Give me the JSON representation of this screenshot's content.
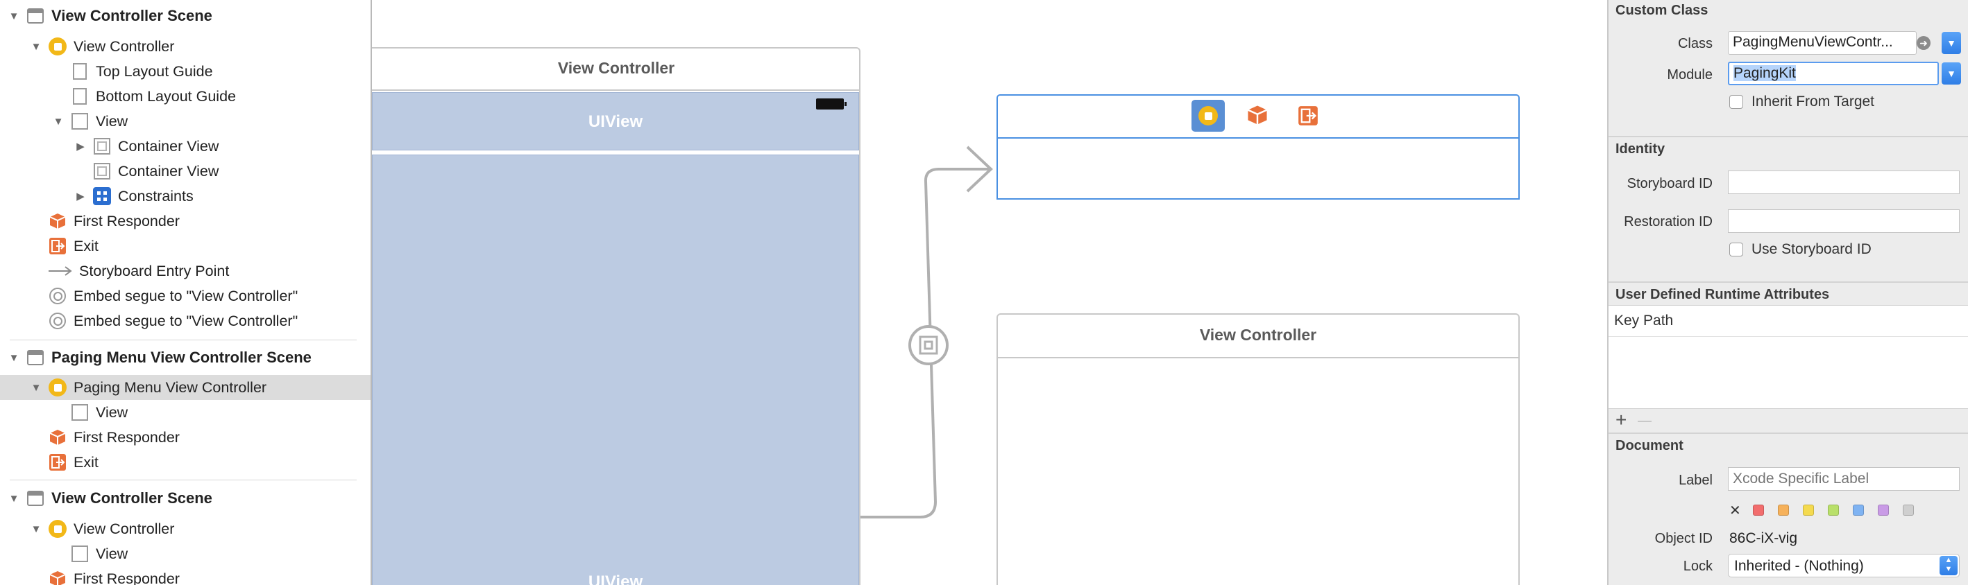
{
  "outline": {
    "items": [
      {
        "label": "View Controller Scene",
        "kind": "scene"
      },
      {
        "label": "View Controller",
        "kind": "vc"
      },
      {
        "label": "Top Layout Guide",
        "kind": "doc"
      },
      {
        "label": "Bottom Layout Guide",
        "kind": "doc"
      },
      {
        "label": "View",
        "kind": "view"
      },
      {
        "label": "Container View",
        "kind": "container"
      },
      {
        "label": "Container View",
        "kind": "container"
      },
      {
        "label": "Constraints",
        "kind": "constraints"
      },
      {
        "label": "First Responder",
        "kind": "responder"
      },
      {
        "label": "Exit",
        "kind": "exit"
      },
      {
        "label": "Storyboard Entry Point",
        "kind": "entry"
      },
      {
        "label": "Embed segue to \"View Controller\"",
        "kind": "segue"
      },
      {
        "label": "Embed segue to \"View Controller\"",
        "kind": "segue"
      },
      {
        "label": "Paging Menu View Controller Scene",
        "kind": "scene"
      },
      {
        "label": "Paging Menu View Controller",
        "kind": "vc"
      },
      {
        "label": "View",
        "kind": "view"
      },
      {
        "label": "First Responder",
        "kind": "responder"
      },
      {
        "label": "Exit",
        "kind": "exit"
      },
      {
        "label": "View Controller Scene",
        "kind": "scene"
      },
      {
        "label": "View Controller",
        "kind": "vc"
      },
      {
        "label": "View",
        "kind": "view"
      },
      {
        "label": "First Responder",
        "kind": "responder"
      }
    ]
  },
  "canvas": {
    "main_scene": {
      "title": "View Controller",
      "top_view_label": "UIView",
      "bottom_view_label": "UIView"
    },
    "paging_scene": {
      "icons": [
        "view-controller-icon",
        "first-responder-icon",
        "exit-icon"
      ]
    },
    "child_scene": {
      "title": "View Controller"
    }
  },
  "inspector": {
    "custom_class": {
      "header": "Custom Class",
      "class_label": "Class",
      "class_value": "PagingMenuViewContr...",
      "module_label": "Module",
      "module_value": "PagingKit",
      "inherit_label": "Inherit From Target"
    },
    "identity": {
      "header": "Identity",
      "storyboard_id_label": "Storyboard ID",
      "storyboard_id_value": "",
      "restoration_id_label": "Restoration ID",
      "restoration_id_value": "",
      "use_storyboard_id_label": "Use Storyboard ID"
    },
    "runtime": {
      "header": "User Defined Runtime Attributes",
      "column_key_path": "Key Path",
      "add_symbol": "+",
      "remove_symbol": "—"
    },
    "document": {
      "header": "Document",
      "label_label": "Label",
      "label_placeholder": "Xcode Specific Label",
      "clear_symbol": "✕",
      "swatch_colors": [
        "#f26d6d",
        "#f6b15a",
        "#f4da4f",
        "#b9e06a",
        "#7fb3f2",
        "#c99be6",
        "#cfcfcf"
      ],
      "object_id_label": "Object ID",
      "object_id_value": "86C-iX-vig",
      "lock_label": "Lock",
      "lock_value": "Inherited - (Nothing)"
    }
  },
  "colors": {
    "selection": "#dcdcdc",
    "accent_blue": "#4a90e2",
    "view_fill": "#bccbe2",
    "segue_gray": "#b0b0b0"
  }
}
